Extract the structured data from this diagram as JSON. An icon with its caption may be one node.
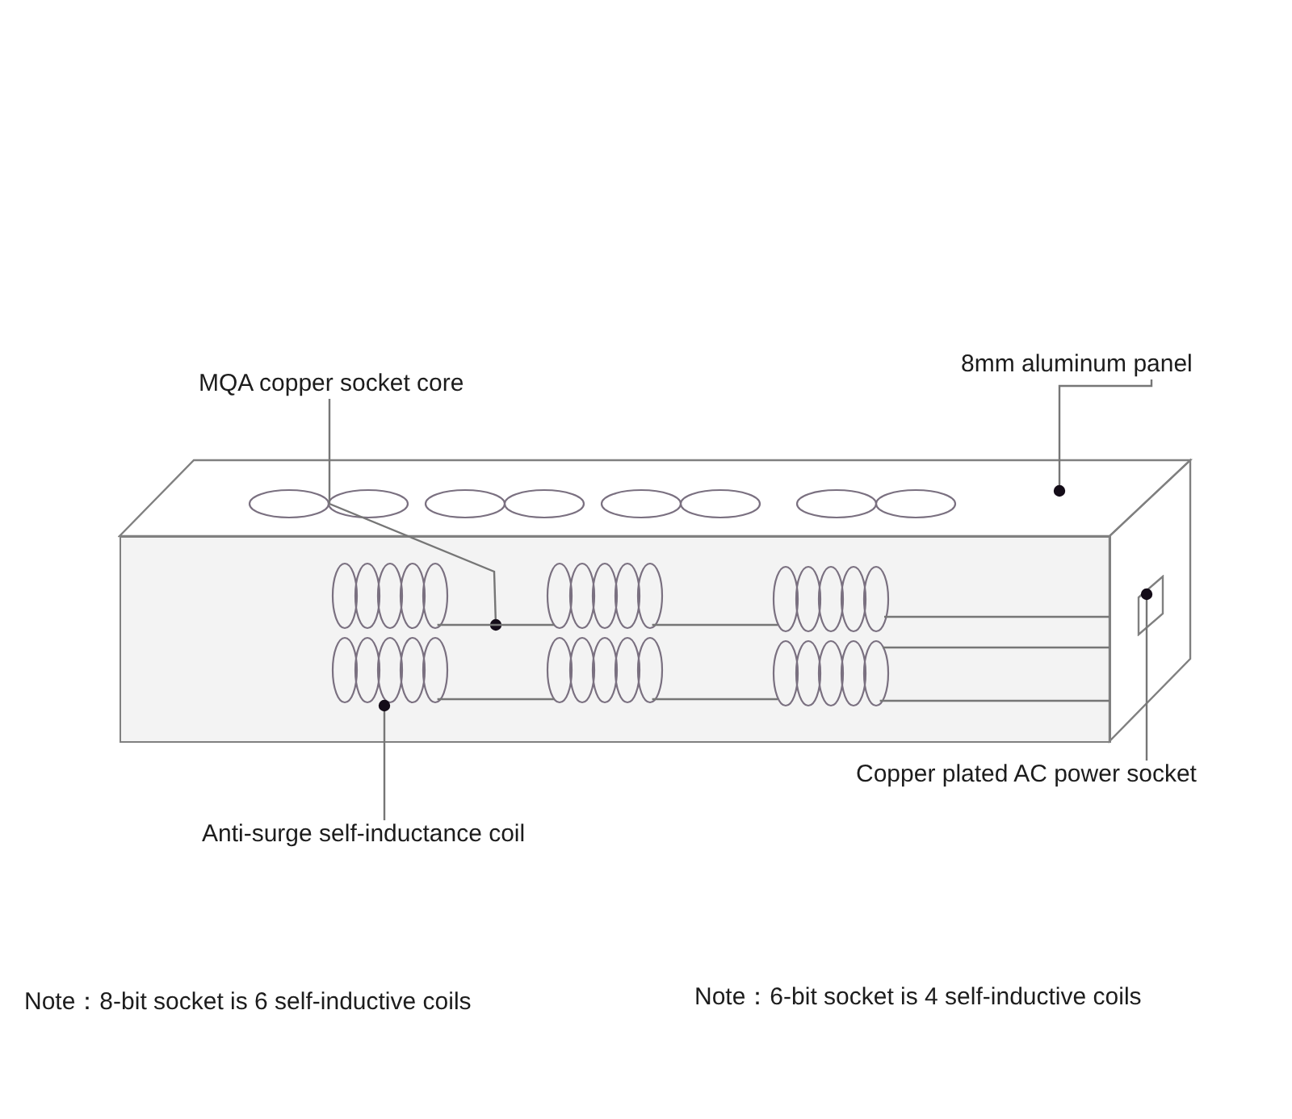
{
  "diagram": {
    "nodes": [
      {
        "text": [
          "MQA copper socket core"
        ]
      },
      {
        "text": [
          "8mm aluminum panel"
        ]
      },
      {
        "text": [],
        "shape": "parallelogram"
      },
      {
        "text": [],
        "shape": "box"
      },
      {
        "text": [],
        "shape": "parallelogram"
      },
      {
        "text": [],
        "shape": "coil",
        "in": 3
      },
      {
        "text": [],
        "shape": "coil",
        "in": 3
      },
      {
        "text": [],
        "shape": "coil",
        "in": 3
      },
      {
        "text": [],
        "shape": "coil",
        "in": 3
      },
      {
        "text": [],
        "shape": "coil",
        "in": 3
      },
      {
        "text": [],
        "shape": "coil",
        "in": 3
      },
      {
        "text": [],
        "shape": "parallelogram",
        "in": 4
      },
      {
        "text": [
          "Copper plated AC power socket"
        ]
      },
      {
        "text": [
          "Anti-surge self-inductance coil"
        ]
      }
    ],
    "edges": [
      {
        "from": 0,
        "to": null,
        "arrow": "other"
      },
      {
        "from": 1,
        "to": 2,
        "arrow": "other"
      },
      {
        "from": 12,
        "to": 11,
        "arrow": "other"
      },
      {
        "from": 13,
        "to": 8,
        "arrow": "other"
      },
      {
        "from": 5,
        "to": 6,
        "arrow": "none"
      },
      {
        "from": 8,
        "to": 9,
        "arrow": "none"
      },
      {
        "from": 6,
        "to": 7,
        "arrow": "none"
      },
      {
        "from": 9,
        "to": 10,
        "arrow": "none"
      },
      {
        "from": 7,
        "to": 4,
        "arrow": "none"
      },
      {
        "from": 10,
        "to": 4,
        "arrow": "none"
      },
      {
        "from": 10,
        "to": 4,
        "arrow": "none"
      }
    ],
    "labels": [
      "Note：8-bit socket is 6 self-inductive coils",
      "Note：6-bit socket is 4 self-inductive coils"
    ]
  }
}
